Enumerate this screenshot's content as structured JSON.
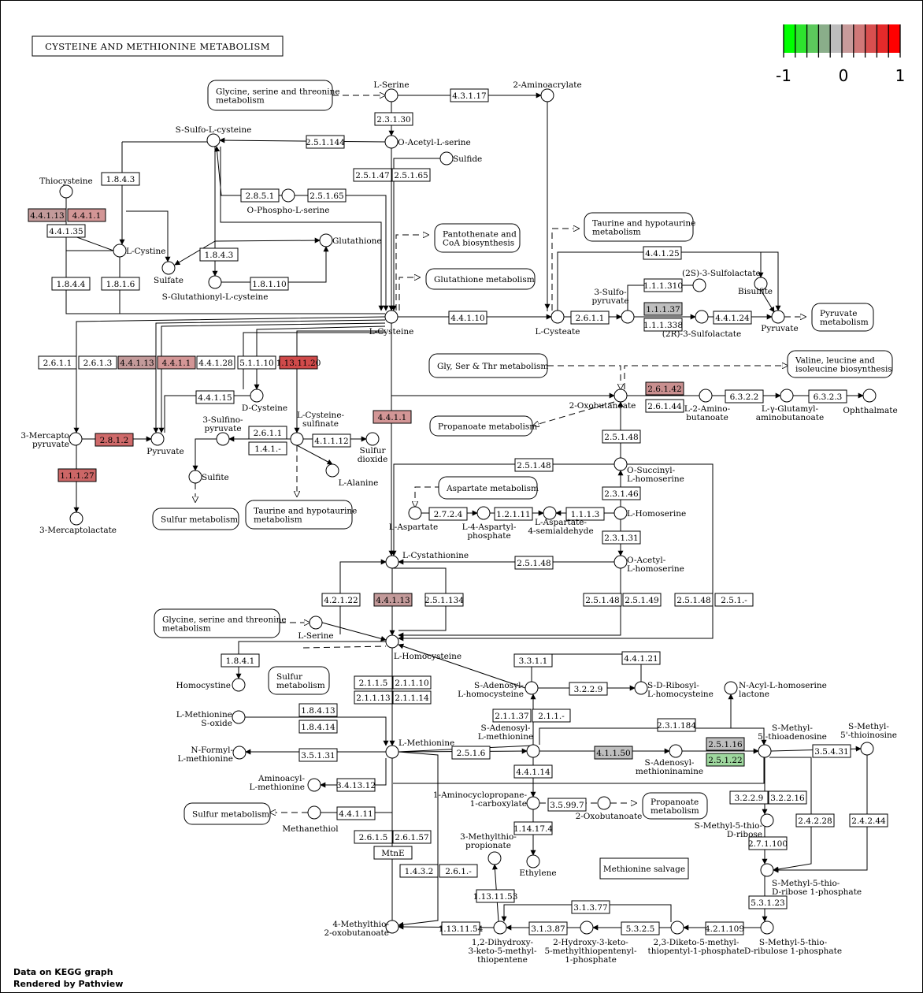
{
  "title": "CYSTEINE AND METHIONINE METABOLISM",
  "legend": {
    "min_label": "-1",
    "mid_label": "0",
    "max_label": "1",
    "colors": [
      "#00ff00",
      "#2ee42e",
      "#5cc95c",
      "#8aae8a",
      "#bebebe",
      "#c89b9b",
      "#d07878",
      "#d84f4f",
      "#e52a2a",
      "#ff0000"
    ]
  },
  "footer": {
    "line1": "Data on KEGG graph",
    "line2": "Rendered by Pathview"
  },
  "colors": {
    "grey": "#bebebe",
    "light_red": "#d39696",
    "mid_red": "#d07878",
    "strong_red": "#d85050",
    "light_green": "#9ed79e"
  },
  "compounds": [
    {
      "id": "l_serine",
      "label": "L-Serine"
    },
    {
      "id": "aminoacrylate",
      "label": "2-Aminoacrylate"
    },
    {
      "id": "s_sulfo_cys",
      "label": "S-Sulfo-L-cysteine"
    },
    {
      "id": "o_acetyl_serine",
      "label": "O-Acetyl-L-serine"
    },
    {
      "id": "sulfide",
      "label": "Sulfide"
    },
    {
      "id": "thiocysteine",
      "label": "Thiocysteine"
    },
    {
      "id": "o_phospho_serine",
      "label": "O-Phospho-L-serine"
    },
    {
      "id": "l_cystine",
      "label": "L-Cystine"
    },
    {
      "id": "glutathione",
      "label": "Glutathione"
    },
    {
      "id": "sulfate",
      "label": "Sulfate"
    },
    {
      "id": "s_glut_cys",
      "label": "S-Glutathionyl-L-cysteine"
    },
    {
      "id": "l_cysteine",
      "label": "L-Cysteine"
    },
    {
      "id": "l_cysteate",
      "label": "L-Cysteate"
    },
    {
      "id": "sulfopyruvate",
      "label": "3-Sulfo-\npyruvate"
    },
    {
      "id": "s_sulfolactate",
      "label": "(2S)-3-Sulfolactate"
    },
    {
      "id": "r_sulfolactate",
      "label": "(2R)-3-Sulfolactate"
    },
    {
      "id": "bisulfite",
      "label": "Bisulfite"
    },
    {
      "id": "pyruvate_r",
      "label": "Pyruvate"
    },
    {
      "id": "d_cysteine",
      "label": "D-Cysteine"
    },
    {
      "id": "mercaptopyruvate",
      "label": "3-Mercapto\npyruvate"
    },
    {
      "id": "pyruvate_l",
      "label": "Pyruvate"
    },
    {
      "id": "sulfinopyruvate",
      "label": "3-Sulfino-\npyruvate"
    },
    {
      "id": "cys_sulfinate",
      "label": "L-Cysteine-\nsulfinate"
    },
    {
      "id": "sulfur_dioxide",
      "label": "Sulfur\ndioxide"
    },
    {
      "id": "l_alanine",
      "label": "L-Alanine"
    },
    {
      "id": "sulfite",
      "label": "Sulfite"
    },
    {
      "id": "mercaptolactate",
      "label": "3-Mercaptolactate"
    },
    {
      "id": "oxobutanoate",
      "label": "2-Oxobutanoate"
    },
    {
      "id": "aminobutanoate",
      "label": "L-2-Amino-\nbutanoate"
    },
    {
      "id": "glutamyl_aminobutanoate",
      "label": "L-γ-Glutamyl-\naminobutanoate"
    },
    {
      "id": "ophthalmate",
      "label": "Ophthalmate"
    },
    {
      "id": "o_succinyl_homoserine",
      "label": "O-Succinyl-\nL-homoserine"
    },
    {
      "id": "l_aspartate",
      "label": "L-Aspartate"
    },
    {
      "id": "aspartyl_phosphate",
      "label": "L-4-Aspartyl-\nphosphate"
    },
    {
      "id": "aspartate_semialdehyde",
      "label": "L-Aspartate-\n4-semialdehyde"
    },
    {
      "id": "l_homoserine",
      "label": "L-Homoserine"
    },
    {
      "id": "l_cystathionine",
      "label": "L-Cystathionine"
    },
    {
      "id": "o_acetyl_homoserine",
      "label": "O-Acetyl-\nL-homoserine"
    },
    {
      "id": "l_serine2",
      "label": "L-Serine"
    },
    {
      "id": "l_homocysteine",
      "label": "L-Homocysteine"
    },
    {
      "id": "homocystine",
      "label": "Homocystine"
    },
    {
      "id": "s_adenosyl_homocysteine",
      "label": "S-Adenosyl-\nL-homocysteine"
    },
    {
      "id": "s_d_ribosyl_homocysteine",
      "label": "S-D-Ribosyl-\nL-homocysteine"
    },
    {
      "id": "n_acyl_homoserine_lactone",
      "label": "N-Acyl-L-homoserine\nlactone"
    },
    {
      "id": "methionine_s_oxide",
      "label": "L-Methionine\nS-oxide"
    },
    {
      "id": "n_formyl_methionine",
      "label": "N-Formyl-\nL-methionine"
    },
    {
      "id": "l_methionine",
      "label": "L-Methionine"
    },
    {
      "id": "s_adenosyl_methionine",
      "label": "S-Adenosyl-\nL-methionine"
    },
    {
      "id": "s_adenosyl_methioninamine",
      "label": "S-Adenosyl-\nmethioninamine"
    },
    {
      "id": "s_methyl_thioadenosine",
      "label": "S-Methyl-\n5'-thioadenosine"
    },
    {
      "id": "s_methyl_thioinosine",
      "label": "S-Methyl-\n5'-thioinosine"
    },
    {
      "id": "aminoacyl_methionine",
      "label": "Aminoacyl-\nL-methionine"
    },
    {
      "id": "methanethiol",
      "label": "Methanethiol"
    },
    {
      "id": "accp",
      "label": "1-Aminocyclopropane-\n1-carboxylate"
    },
    {
      "id": "oxobutanoate2",
      "label": "2-Oxobutanoate"
    },
    {
      "id": "ethylene",
      "label": "Ethylene"
    },
    {
      "id": "s_methyl_thioribose",
      "label": "S-Methyl-5-thio-\nD-ribose"
    },
    {
      "id": "s_methyl_thioribose_p",
      "label": "S-Methyl-5-thio-\nD-ribose 1-phosphate"
    },
    {
      "id": "methylthio_propionate",
      "label": "3-Methylthio-\npropionate"
    },
    {
      "id": "methylthio_oxobutanoate",
      "label": "4-Methylthio-\n2-oxobutanoate"
    },
    {
      "id": "dihydroxy_keto",
      "label": "1,2-Dihydroxy-\n3-keto-5-methyl-\nthiopentene"
    },
    {
      "id": "hydroxy_keto",
      "label": "2-Hydroxy-3-keto-\n5-methylthiopentenyl-\n1-phosphate"
    },
    {
      "id": "diketo",
      "label": "2,3-Diketo-5-methyl-\nthiopentyl-1-phosphate"
    },
    {
      "id": "s_methyl_thioribulose_p",
      "label": "S-Methyl-5-thio-\nD-ribulose 1-phosphate"
    }
  ],
  "maps": [
    {
      "id": "m_gly_ser_thr_top",
      "label": "Glycine, serine and threonine\nmetabolism"
    },
    {
      "id": "m_pantothenate",
      "label": "Pantothenate and\nCoA biosynthesis"
    },
    {
      "id": "m_glutathione",
      "label": "Glutathione metabolism"
    },
    {
      "id": "m_taurine_top",
      "label": "Taurine and hypotaurine\nmetabolism"
    },
    {
      "id": "m_pyruvate",
      "label": "Pyruvate\nmetabolism"
    },
    {
      "id": "m_gly_ser_thr_mid",
      "label": "Gly, Ser & Thr metabolism"
    },
    {
      "id": "m_valine",
      "label": "Valine, leucine and\nisoleucine biosynthesis"
    },
    {
      "id": "m_propanoate_mid",
      "label": "Propanoate metabolism"
    },
    {
      "id": "m_sulfur_left",
      "label": "Sulfur metabolism"
    },
    {
      "id": "m_taurine_mid",
      "label": "Taurine and hypotaurine\nmetabolism"
    },
    {
      "id": "m_aspartate",
      "label": "Aspartate metabolism"
    },
    {
      "id": "m_gly_ser_thr_bot",
      "label": "Glycine, serine and threonine\nmetabolism"
    },
    {
      "id": "m_sulfur_mid",
      "label": "Sulfur\nmetabolism"
    },
    {
      "id": "m_sulfur_bot",
      "label": "Sulfur metabolism"
    },
    {
      "id": "m_propanoate_bot",
      "label": "Propanoate\nmetabolism"
    }
  ],
  "enzymes": [
    {
      "id": "e_4_3_1_17",
      "label": "4.3.1.17",
      "fill": "#ffffff"
    },
    {
      "id": "e_2_3_1_30",
      "label": "2.3.1.30",
      "fill": "#ffffff"
    },
    {
      "id": "e_2_5_1_144",
      "label": "2.5.1.144",
      "fill": "#ffffff"
    },
    {
      "id": "e_1_8_4_3_a",
      "label": "1.8.4.3",
      "fill": "#ffffff"
    },
    {
      "id": "e_2_8_5_1",
      "label": "2.8.5.1",
      "fill": "#ffffff"
    },
    {
      "id": "e_2_5_1_65_a",
      "label": "2.5.1.65",
      "fill": "#ffffff"
    },
    {
      "id": "e_2_5_1_47",
      "label": "2.5.1.47",
      "fill": "#ffffff"
    },
    {
      "id": "e_2_5_1_65_b",
      "label": "2.5.1.65",
      "fill": "#ffffff"
    },
    {
      "id": "e_4_4_1_13_a",
      "label": "4.4.1.13",
      "fill": "#c39a9a"
    },
    {
      "id": "e_4_4_1_1_a",
      "label": "4.4.1.1",
      "fill": "#d39696"
    },
    {
      "id": "e_4_4_1_35",
      "label": "4.4.1.35",
      "fill": "#ffffff"
    },
    {
      "id": "e_1_8_4_3_b",
      "label": "1.8.4.3",
      "fill": "#ffffff"
    },
    {
      "id": "e_1_8_4_4",
      "label": "1.8.4.4",
      "fill": "#ffffff"
    },
    {
      "id": "e_1_8_1_6",
      "label": "1.8.1.6",
      "fill": "#ffffff"
    },
    {
      "id": "e_1_8_1_10",
      "label": "1.8.1.10",
      "fill": "#ffffff"
    },
    {
      "id": "e_4_4_1_10",
      "label": "4.4.1.10",
      "fill": "#ffffff"
    },
    {
      "id": "e_2_6_1_1_a",
      "label": "2.6.1.1",
      "fill": "#ffffff"
    },
    {
      "id": "e_1_1_1_310",
      "label": "1.1.1.310",
      "fill": "#ffffff"
    },
    {
      "id": "e_1_1_1_37",
      "label": "1.1.1.37",
      "fill": "#bebebe"
    },
    {
      "id": "e_1_1_1_338",
      "label": "1.1.1.338",
      "fill": "#ffffff"
    },
    {
      "id": "e_4_4_1_24",
      "label": "4.4.1.24",
      "fill": "#ffffff"
    },
    {
      "id": "e_4_4_1_25",
      "label": "4.4.1.25",
      "fill": "#ffffff"
    },
    {
      "id": "e_2_6_1_1_b",
      "label": "2.6.1.1",
      "fill": "#ffffff"
    },
    {
      "id": "e_2_6_1_3",
      "label": "2.6.1.3",
      "fill": "#ffffff"
    },
    {
      "id": "e_4_4_1_13_b",
      "label": "4.4.1.13",
      "fill": "#c39a9a"
    },
    {
      "id": "e_4_4_1_1_b",
      "label": "4.4.1.1",
      "fill": "#d39696"
    },
    {
      "id": "e_4_4_1_28",
      "label": "4.4.1.28",
      "fill": "#ffffff"
    },
    {
      "id": "e_5_1_1_10",
      "label": "5.1.1.10",
      "fill": "#ffffff"
    },
    {
      "id": "e_1_13_11_20",
      "label": "1.13.11.20",
      "fill": "#d04a4a"
    },
    {
      "id": "e_4_4_1_15",
      "label": "4.4.1.15",
      "fill": "#ffffff"
    },
    {
      "id": "e_2_8_1_2",
      "label": "2.8.1.2",
      "fill": "#cf6a6a"
    },
    {
      "id": "e_2_6_1_1_c",
      "label": "2.6.1.1",
      "fill": "#ffffff"
    },
    {
      "id": "e_1_4_1_dash",
      "label": "1.4.1.-",
      "fill": "#ffffff"
    },
    {
      "id": "e_4_1_1_12",
      "label": "4.1.1.12",
      "fill": "#ffffff"
    },
    {
      "id": "e_1_1_1_27",
      "label": "1.1.1.27",
      "fill": "#cc6666"
    },
    {
      "id": "e_4_4_1_1_c",
      "label": "4.4.1.1",
      "fill": "#d39696"
    },
    {
      "id": "e_2_6_1_42",
      "label": "2.6.1.42",
      "fill": "#c98f8f"
    },
    {
      "id": "e_2_6_1_44",
      "label": "2.6.1.44",
      "fill": "#ffffff"
    },
    {
      "id": "e_6_3_2_2",
      "label": "6.3.2.2",
      "fill": "#ffffff"
    },
    {
      "id": "e_6_3_2_3",
      "label": "6.3.2.3",
      "fill": "#ffffff"
    },
    {
      "id": "e_2_5_1_48_a",
      "label": "2.5.1.48",
      "fill": "#ffffff"
    },
    {
      "id": "e_2_5_1_48_b",
      "label": "2.5.1.48",
      "fill": "#ffffff"
    },
    {
      "id": "e_2_3_1_46",
      "label": "2.3.1.46",
      "fill": "#ffffff"
    },
    {
      "id": "e_2_7_2_4",
      "label": "2.7.2.4",
      "fill": "#ffffff"
    },
    {
      "id": "e_1_2_1_11",
      "label": "1.2.1.11",
      "fill": "#ffffff"
    },
    {
      "id": "e_1_1_1_3",
      "label": "1.1.1.3",
      "fill": "#ffffff"
    },
    {
      "id": "e_2_3_1_31",
      "label": "2.3.1.31",
      "fill": "#ffffff"
    },
    {
      "id": "e_2_5_1_48_c",
      "label": "2.5.1.48",
      "fill": "#ffffff"
    },
    {
      "id": "e_4_2_1_22",
      "label": "4.2.1.22",
      "fill": "#ffffff"
    },
    {
      "id": "e_4_4_1_13_c",
      "label": "4.4.1.13",
      "fill": "#c39a9a"
    },
    {
      "id": "e_2_5_1_134",
      "label": "2.5.1.134",
      "fill": "#ffffff"
    },
    {
      "id": "e_2_5_1_48_d",
      "label": "2.5.1.48",
      "fill": "#ffffff"
    },
    {
      "id": "e_2_5_1_49",
      "label": "2.5.1.49",
      "fill": "#ffffff"
    },
    {
      "id": "e_2_5_1_48_e",
      "label": "2.5.1.48",
      "fill": "#ffffff"
    },
    {
      "id": "e_2_5_1_dash",
      "label": "2.5.1.-",
      "fill": "#ffffff"
    },
    {
      "id": "e_1_8_4_1",
      "label": "1.8.4.1",
      "fill": "#ffffff"
    },
    {
      "id": "e_3_3_1_1",
      "label": "3.3.1.1",
      "fill": "#ffffff"
    },
    {
      "id": "e_4_4_1_21",
      "label": "4.4.1.21",
      "fill": "#ffffff"
    },
    {
      "id": "e_3_2_2_9_a",
      "label": "3.2.2.9",
      "fill": "#ffffff"
    },
    {
      "id": "e_2_1_1_5",
      "label": "2.1.1.5",
      "fill": "#ffffff"
    },
    {
      "id": "e_2_1_1_10",
      "label": "2.1.1.10",
      "fill": "#ffffff"
    },
    {
      "id": "e_2_1_1_13",
      "label": "2.1.1.13",
      "fill": "#ffffff"
    },
    {
      "id": "e_2_1_1_14",
      "label": "2.1.1.14",
      "fill": "#ffffff"
    },
    {
      "id": "e_1_8_4_13",
      "label": "1.8.4.13",
      "fill": "#ffffff"
    },
    {
      "id": "e_1_8_4_14",
      "label": "1.8.4.14",
      "fill": "#ffffff"
    },
    {
      "id": "e_2_1_1_37",
      "label": "2.1.1.37",
      "fill": "#ffffff"
    },
    {
      "id": "e_2_1_1_dash",
      "label": "2.1.1.-",
      "fill": "#ffffff"
    },
    {
      "id": "e_2_3_1_184",
      "label": "2.3.1.184",
      "fill": "#ffffff"
    },
    {
      "id": "e_3_5_1_31",
      "label": "3.5.1.31",
      "fill": "#ffffff"
    },
    {
      "id": "e_2_5_1_6",
      "label": "2.5.1.6",
      "fill": "#ffffff"
    },
    {
      "id": "e_4_1_1_50",
      "label": "4.1.1.50",
      "fill": "#bebebe"
    },
    {
      "id": "e_2_5_1_16",
      "label": "2.5.1.16",
      "fill": "#bebebe"
    },
    {
      "id": "e_2_5_1_22",
      "label": "2.5.1.22",
      "fill": "#9ed79e"
    },
    {
      "id": "e_3_5_4_31",
      "label": "3.5.4.31",
      "fill": "#ffffff"
    },
    {
      "id": "e_3_4_13_12",
      "label": "3.4.13.12",
      "fill": "#ffffff"
    },
    {
      "id": "e_4_4_1_14",
      "label": "4.4.1.14",
      "fill": "#ffffff"
    },
    {
      "id": "e_4_4_1_11",
      "label": "4.4.1.11",
      "fill": "#ffffff"
    },
    {
      "id": "e_3_5_99_7",
      "label": "3.5.99.7",
      "fill": "#ffffff"
    },
    {
      "id": "e_3_2_2_9_b",
      "label": "3.2.2.9",
      "fill": "#ffffff"
    },
    {
      "id": "e_3_2_2_16",
      "label": "3.2.2.16",
      "fill": "#ffffff"
    },
    {
      "id": "e_1_14_17_4",
      "label": "1.14.17.4",
      "fill": "#ffffff"
    },
    {
      "id": "e_2_4_2_28",
      "label": "2.4.2.28",
      "fill": "#ffffff"
    },
    {
      "id": "e_2_4_2_44",
      "label": "2.4.2.44",
      "fill": "#ffffff"
    },
    {
      "id": "e_2_7_1_100",
      "label": "2.7.1.100",
      "fill": "#ffffff"
    },
    {
      "id": "e_2_6_1_5",
      "label": "2.6.1.5",
      "fill": "#ffffff"
    },
    {
      "id": "e_2_6_1_57",
      "label": "2.6.1.57",
      "fill": "#ffffff"
    },
    {
      "id": "e_mtne",
      "label": "MtnE",
      "fill": "#ffffff"
    },
    {
      "id": "e_1_4_3_2",
      "label": "1.4.3.2",
      "fill": "#ffffff"
    },
    {
      "id": "e_2_6_1_dash",
      "label": "2.6.1.-",
      "fill": "#ffffff"
    },
    {
      "id": "e_1_13_11_53",
      "label": "1.13.11.53",
      "fill": "#ffffff"
    },
    {
      "id": "e_3_1_3_77",
      "label": "3.1.3.77",
      "fill": "#ffffff"
    },
    {
      "id": "e_5_3_1_23",
      "label": "5.3.1.23",
      "fill": "#ffffff"
    },
    {
      "id": "e_1_13_11_54",
      "label": "1.13.11.54",
      "fill": "#ffffff"
    },
    {
      "id": "e_3_1_3_87",
      "label": "3.1.3.87",
      "fill": "#ffffff"
    },
    {
      "id": "e_5_3_2_5",
      "label": "5.3.2.5",
      "fill": "#ffffff"
    },
    {
      "id": "e_4_2_1_109",
      "label": "4.2.1.109",
      "fill": "#ffffff"
    }
  ],
  "labels": [
    {
      "id": "methionine_salvage",
      "label": "Methionine salvage"
    }
  ]
}
